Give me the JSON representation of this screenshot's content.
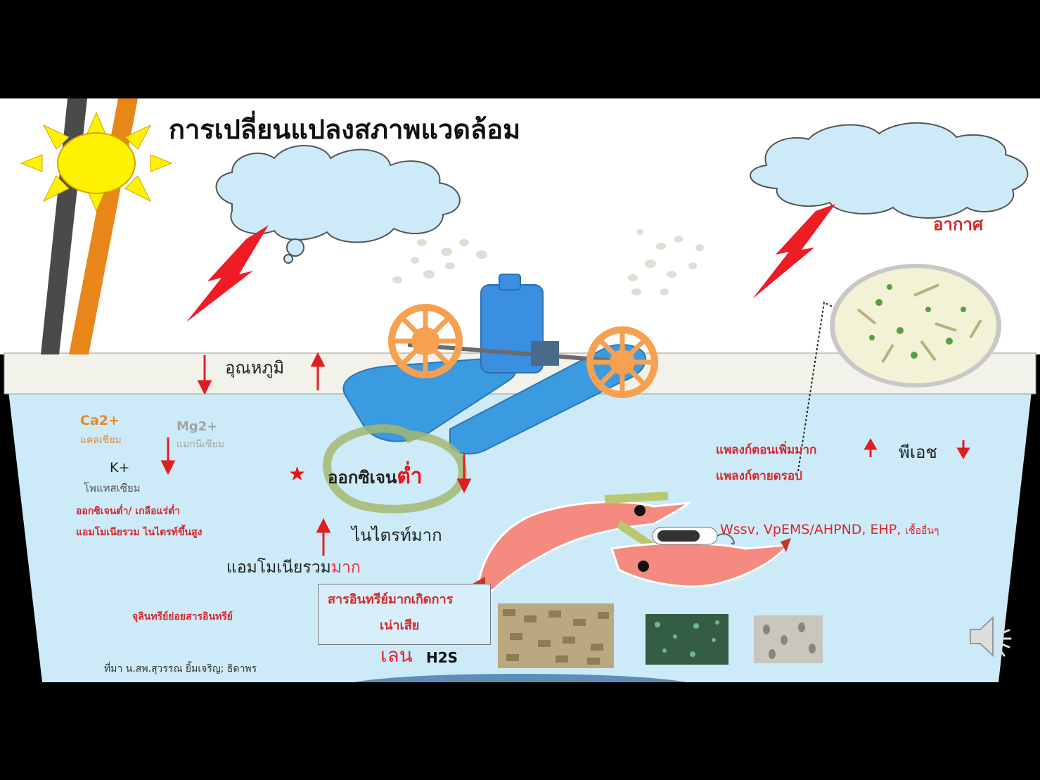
{
  "title": "การเปลี่ยนแปลงสภาพแวดล้อม",
  "weather_label": "อากาศ",
  "temperature_label": "อุณหภูมิ",
  "minerals": {
    "calcium_symbol": "Ca2+",
    "calcium_name": "แคลเซียม",
    "magnesium_symbol": "Mg2+",
    "magnesium_name": "แมกนีเซียม",
    "potassium_symbol": "K+",
    "potassium_name": "โพแทสเซียม"
  },
  "low_oxygen_note_1": "ออกซิเจนต่ำ/ เกลือแร่ต่ำ",
  "low_oxygen_note_2": "แอมโมเนียรวม ไนไตรท์ขึ้นสูง",
  "oxygen_label": "ออกซิเจน",
  "oxygen_low": "ต่ำ",
  "nitrite_label": "ไนไตรท์มาก",
  "ammonia_label": "แอมโมเนียรวม",
  "ammonia_high": "มาก",
  "plankton_increase": "แพลงก์ตอนเพิ่มมาก",
  "plankton_die": "แพลงก์ตายดรอป",
  "ph_label": "พีเอช",
  "diseases": "Wssv, VpEMS/AHPND, EHP,",
  "diseases_other": "เชื้ออื่นๆ",
  "organic_line_1": "สารอินทรีย์มากเกิดการ",
  "organic_line_2": "เน่าเสีย",
  "microbes_label": "จุลินทรีย์ย่อยสารอินทรีย์",
  "sludge_label": "เลน",
  "h2s_label": "H2S",
  "source_credit": "ที่มา น.สพ.สุวรรณ ยิ้มเจริญ;  ธิดาพร",
  "colors": {
    "water": "#cdeaf8",
    "surface_band": "#f2f1ea",
    "warning_red": "#e11d24",
    "calcium_orange": "#e0892a",
    "sun_yellow": "#fff200",
    "aerator_blue": "#3a9be0",
    "paddle_orange": "#f7a050"
  }
}
